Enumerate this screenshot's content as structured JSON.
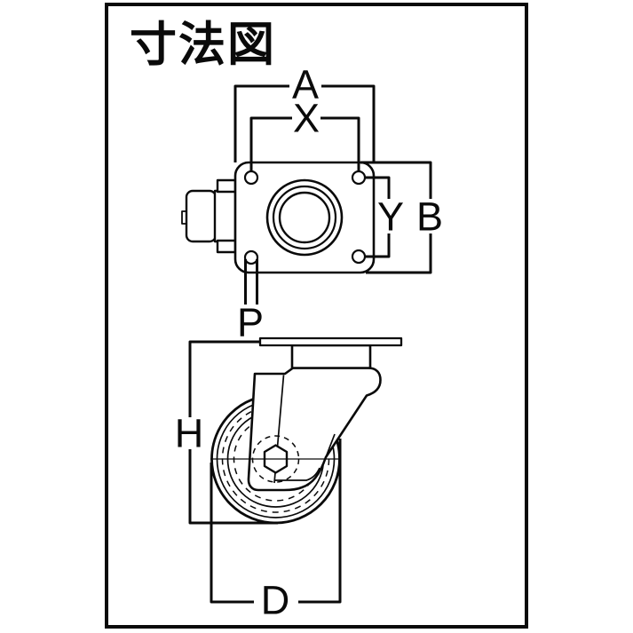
{
  "title": "寸法図",
  "colors": {
    "line": "#0a0a0a",
    "background": "#ffffff"
  },
  "diagram": {
    "type": "technical-dimensional-drawing",
    "subject": "swivel-plate-caster",
    "views": [
      {
        "name": "top-view-mounting-plate",
        "dimension_labels": [
          "A",
          "X",
          "Y",
          "B",
          "P"
        ]
      },
      {
        "name": "side-view-caster-wheel",
        "dimension_labels": [
          "H",
          "D"
        ]
      }
    ]
  },
  "dimension_labels": {
    "A": "A",
    "X": "X",
    "Y": "Y",
    "B": "B",
    "P": "P",
    "H": "H",
    "D": "D"
  }
}
